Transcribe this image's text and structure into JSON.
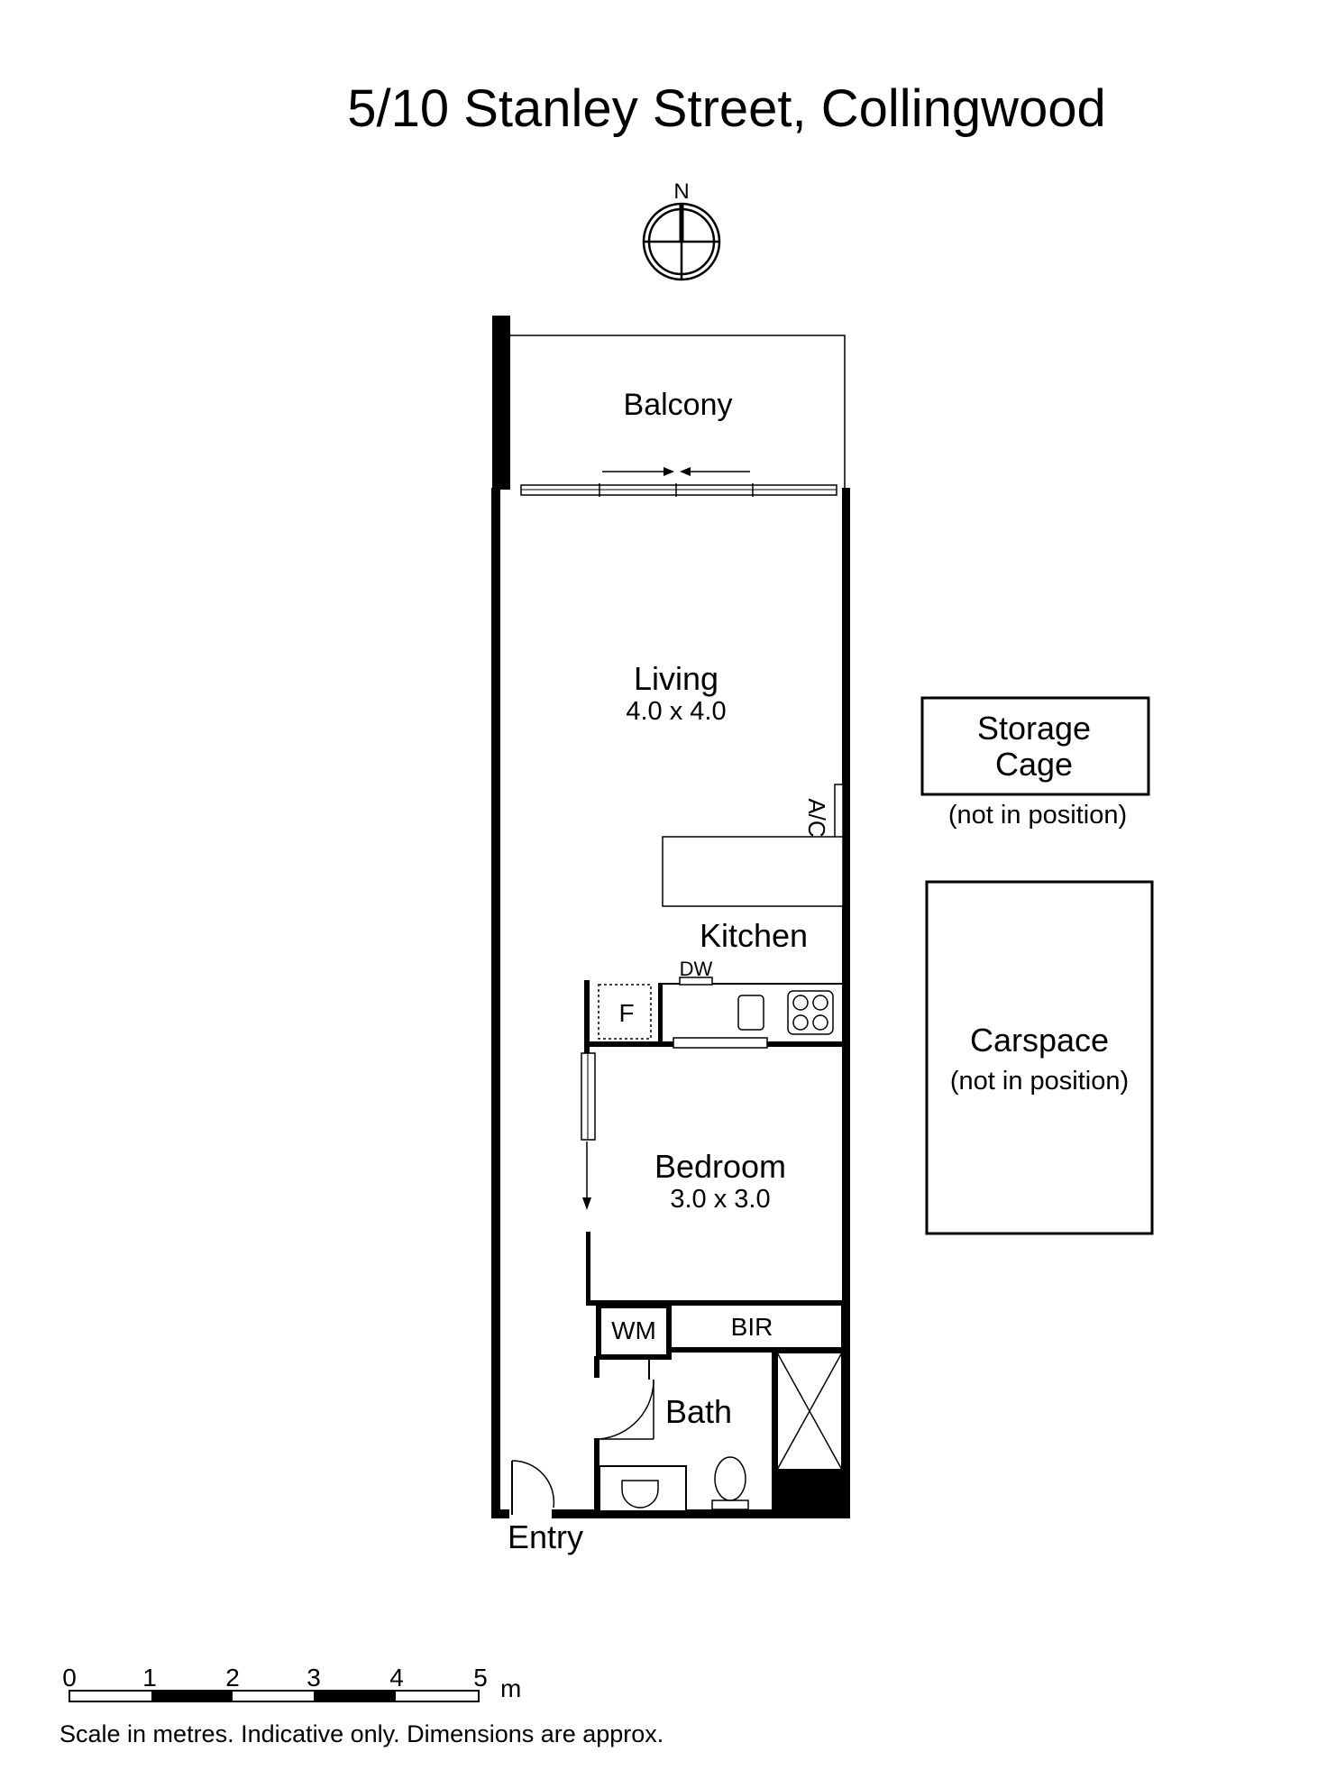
{
  "title": "5/10 Stanley Street, Collingwood",
  "compass": {
    "north_label": "N"
  },
  "rooms": {
    "balcony": {
      "name": "Balcony"
    },
    "living": {
      "name": "Living",
      "dimensions": "4.0 x 4.0"
    },
    "kitchen": {
      "name": "Kitchen"
    },
    "bedroom": {
      "name": "Bedroom",
      "dimensions": "3.0 x 3.0"
    },
    "bath": {
      "name": "Bath"
    },
    "bir": {
      "name": "BIR"
    },
    "entry": {
      "name": "Entry"
    }
  },
  "fixtures": {
    "ac": "A/C",
    "dishwasher": "DW",
    "fridge": "F",
    "washing_machine": "WM"
  },
  "storage_cage": {
    "line1": "Storage",
    "line2": "Cage",
    "note": "(not in position)"
  },
  "carspace": {
    "name": "Carspace",
    "note": "(not in position)"
  },
  "scale_bar": {
    "ticks": [
      "0",
      "1",
      "2",
      "3",
      "4",
      "5"
    ],
    "unit": "m"
  },
  "disclaimer": "Scale in metres. Indicative only. Dimensions are approx."
}
